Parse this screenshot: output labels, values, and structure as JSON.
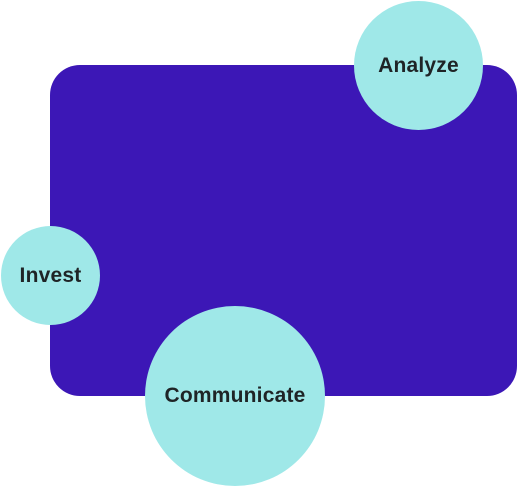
{
  "colors": {
    "panel": "#3c17b6",
    "bubble": "#9fe8e8",
    "label": "#1f2426"
  },
  "bubbles": {
    "analyze": "Analyze",
    "invest": "Invest",
    "communicate": "Communicate"
  }
}
